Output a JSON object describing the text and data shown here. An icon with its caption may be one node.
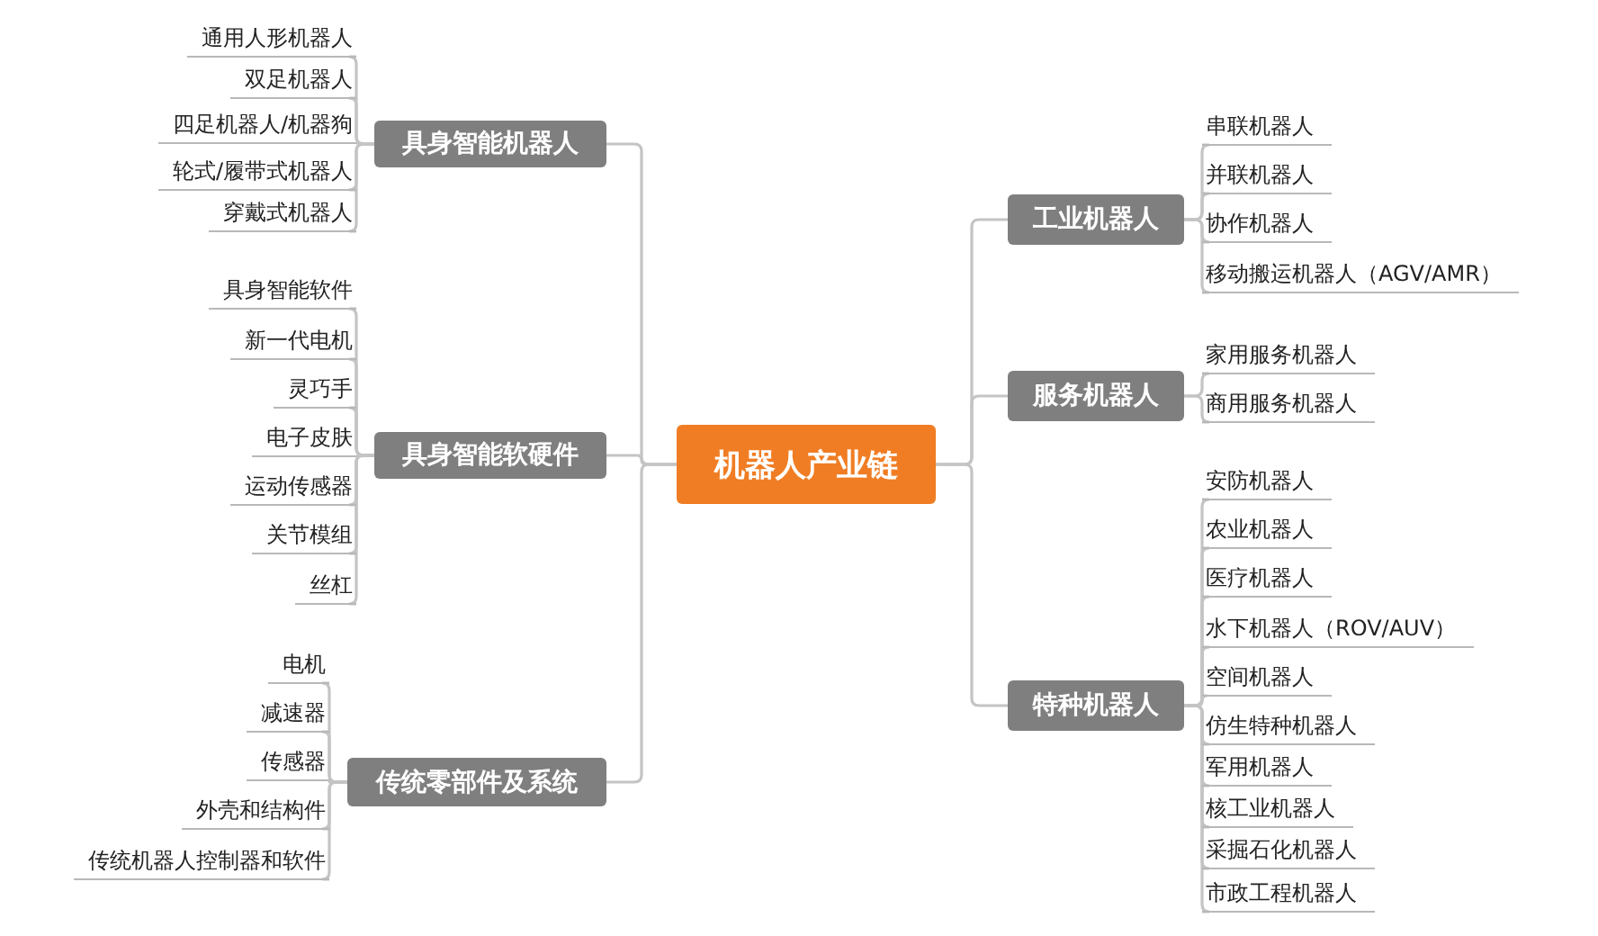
{
  "diagram": {
    "nodes": [
      {
        "text": [
          "机器人产业链"
        ]
      },
      {
        "text": [
          "具身智能机器人"
        ]
      },
      {
        "text": [
          "通用人形机器人"
        ]
      },
      {
        "text": [
          "双足机器人"
        ]
      },
      {
        "text": [
          "四足机器人/机器狗"
        ]
      },
      {
        "text": [
          "轮式/履带式机器人"
        ]
      },
      {
        "text": [
          "穿戴式机器人"
        ]
      },
      {
        "text": [
          "具身智能软硬件"
        ]
      },
      {
        "text": [
          "具身智能软件"
        ]
      },
      {
        "text": [
          "新一代电机"
        ]
      },
      {
        "text": [
          "灵巧手"
        ]
      },
      {
        "text": [
          "电子皮肤"
        ]
      },
      {
        "text": [
          "运动传感器"
        ]
      },
      {
        "text": [
          "关节模组"
        ]
      },
      {
        "text": [
          "丝杠"
        ]
      },
      {
        "text": [
          "传统零部件及系统"
        ]
      },
      {
        "text": [
          "电机"
        ]
      },
      {
        "text": [
          "减速器"
        ]
      },
      {
        "text": [
          "传感器"
        ]
      },
      {
        "text": [
          "外壳和结构件"
        ]
      },
      {
        "text": [
          "传统机器人控制器和软件"
        ]
      },
      {
        "text": [
          "工业机器人"
        ]
      },
      {
        "text": [
          "串联机器人"
        ]
      },
      {
        "text": [
          "并联机器人"
        ]
      },
      {
        "text": [
          "协作机器人"
        ]
      },
      {
        "text": [
          "移动搬运机器人（AGV/AMR）"
        ]
      },
      {
        "text": [
          "服务机器人"
        ]
      },
      {
        "text": [
          "家用服务机器人"
        ]
      },
      {
        "text": [
          "商用服务机器人"
        ]
      },
      {
        "text": [
          "特种机器人"
        ]
      },
      {
        "text": [
          "安防机器人"
        ]
      },
      {
        "text": [
          "农业机器人"
        ]
      },
      {
        "text": [
          "医疗机器人"
        ]
      },
      {
        "text": [
          "水下机器人（ROV/AUV）"
        ]
      },
      {
        "text": [
          "空间机器人"
        ]
      },
      {
        "text": [
          "仿生特种机器人"
        ]
      },
      {
        "text": [
          "军用机器人"
        ]
      },
      {
        "text": [
          "核工业机器人"
        ]
      },
      {
        "text": [
          "采掘石化机器人"
        ]
      },
      {
        "text": [
          "市政工程机器人"
        ]
      }
    ],
    "edges": [
      {
        "from": 0,
        "to": 1,
        "arrow": "none"
      },
      {
        "from": 0,
        "to": 7,
        "arrow": "none"
      },
      {
        "from": 0,
        "to": 15,
        "arrow": "none"
      },
      {
        "from": 0,
        "to": 21,
        "arrow": "none"
      },
      {
        "from": 0,
        "to": 26,
        "arrow": "none"
      },
      {
        "from": 0,
        "to": 29,
        "arrow": "none"
      },
      {
        "from": 1,
        "to": 2,
        "arrow": "none"
      },
      {
        "from": 1,
        "to": 3,
        "arrow": "none"
      },
      {
        "from": 1,
        "to": 4,
        "arrow": "none"
      },
      {
        "from": 1,
        "to": 5,
        "arrow": "none"
      },
      {
        "from": 1,
        "to": 6,
        "arrow": "none"
      },
      {
        "from": 7,
        "to": 8,
        "arrow": "none"
      },
      {
        "from": 7,
        "to": 9,
        "arrow": "none"
      },
      {
        "from": 7,
        "to": 10,
        "arrow": "none"
      },
      {
        "from": 7,
        "to": 11,
        "arrow": "none"
      },
      {
        "from": 7,
        "to": 12,
        "arrow": "none"
      },
      {
        "from": 7,
        "to": 13,
        "arrow": "none"
      },
      {
        "from": 7,
        "to": 14,
        "arrow": "none"
      },
      {
        "from": 15,
        "to": 16,
        "arrow": "none"
      },
      {
        "from": 15,
        "to": 17,
        "arrow": "none"
      },
      {
        "from": 15,
        "to": 18,
        "arrow": "none"
      },
      {
        "from": 15,
        "to": 19,
        "arrow": "none"
      },
      {
        "from": 15,
        "to": 20,
        "arrow": "none"
      },
      {
        "from": 21,
        "to": 22,
        "arrow": "none"
      },
      {
        "from": 21,
        "to": 23,
        "arrow": "none"
      },
      {
        "from": 21,
        "to": 24,
        "arrow": "none"
      },
      {
        "from": 21,
        "to": 25,
        "arrow": "none"
      },
      {
        "from": 26,
        "to": 27,
        "arrow": "none"
      },
      {
        "from": 26,
        "to": 28,
        "arrow": "none"
      },
      {
        "from": 29,
        "to": 30,
        "arrow": "none"
      },
      {
        "from": 29,
        "to": 31,
        "arrow": "none"
      },
      {
        "from": 29,
        "to": 32,
        "arrow": "none"
      },
      {
        "from": 29,
        "to": 33,
        "arrow": "none"
      },
      {
        "from": 29,
        "to": 34,
        "arrow": "none"
      },
      {
        "from": 29,
        "to": 35,
        "arrow": "none"
      },
      {
        "from": 29,
        "to": 36,
        "arrow": "none"
      },
      {
        "from": 29,
        "to": 37,
        "arrow": "none"
      },
      {
        "from": 29,
        "to": 38,
        "arrow": "none"
      },
      {
        "from": 29,
        "to": 39,
        "arrow": "none"
      }
    ]
  }
}
